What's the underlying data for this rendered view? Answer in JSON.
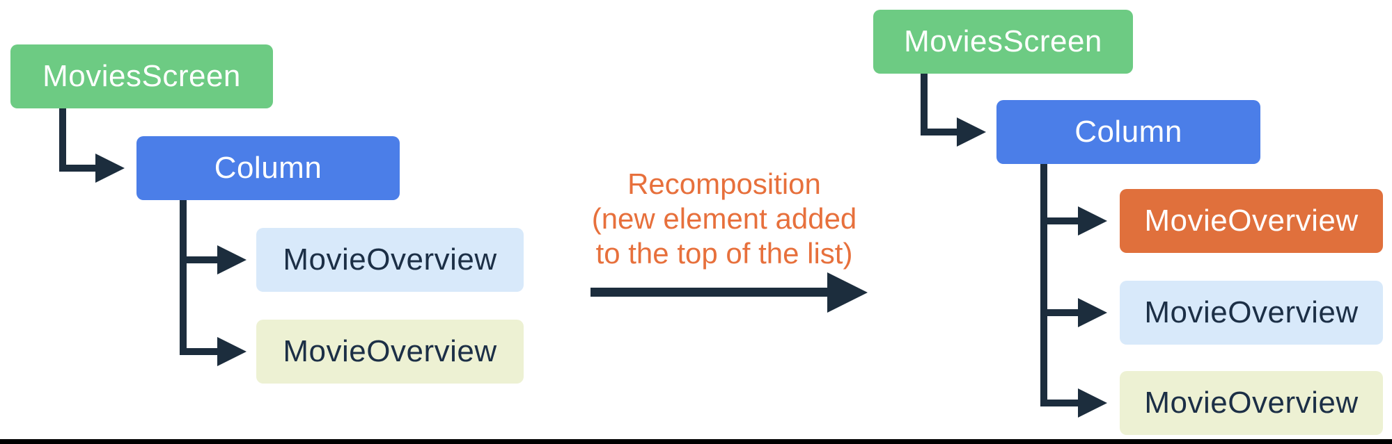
{
  "left_tree": {
    "nodes": [
      {
        "label": "MoviesScreen",
        "color": "#6DCB83"
      },
      {
        "label": "Column",
        "color": "#4B7EE8"
      },
      {
        "label": "MovieOverview",
        "color": "#D8E9FA"
      },
      {
        "label": "MovieOverview",
        "color": "#EDF1D3"
      }
    ]
  },
  "right_tree": {
    "nodes": [
      {
        "label": "MoviesScreen",
        "color": "#6DCB83"
      },
      {
        "label": "Column",
        "color": "#4B7EE8"
      },
      {
        "label": "MovieOverview",
        "color": "#E0703C"
      },
      {
        "label": "MovieOverview",
        "color": "#D8E9FA"
      },
      {
        "label": "MovieOverview",
        "color": "#EDF1D3"
      }
    ]
  },
  "annotation": {
    "lines": [
      "Recomposition",
      "(new element added",
      "to the top of the list)"
    ],
    "color": "#E7703C"
  },
  "connector_color": "#1C2D3D",
  "bottom_border_color": "#000000"
}
